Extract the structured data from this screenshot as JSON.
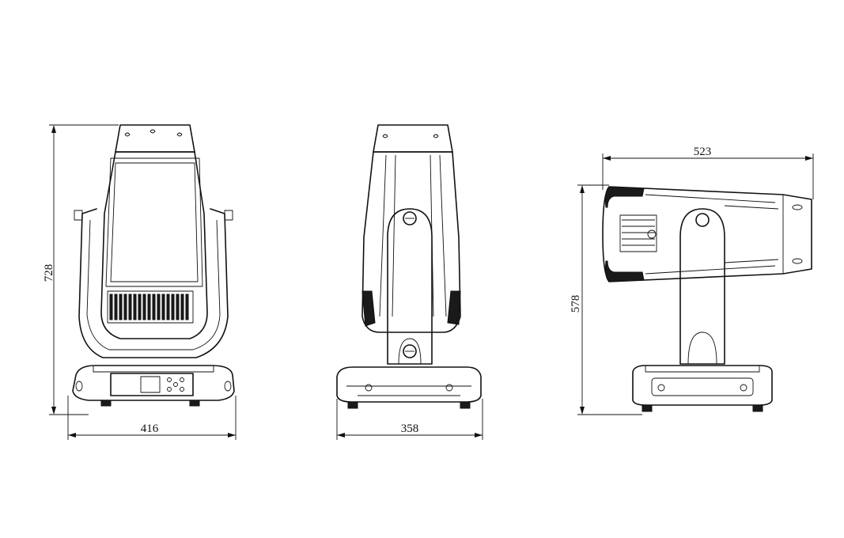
{
  "dimensions": {
    "front_height": "728",
    "front_width": "416",
    "side_width": "358",
    "rear_length": "523",
    "rear_height": "578"
  }
}
